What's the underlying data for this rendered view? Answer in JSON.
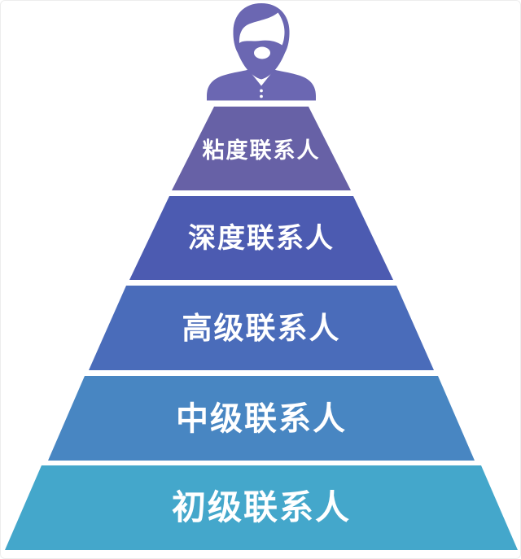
{
  "figure": {
    "type": "pyramid-diagram",
    "background_color": "#ffffff",
    "text_color": "#ffffff",
    "person": {
      "icon": "male-avatar-icon",
      "color": "#6b67b2"
    },
    "levels": [
      {
        "label": "粘度联系人",
        "color": "#6761a6"
      },
      {
        "label": "深度联系人",
        "color": "#4c5bb1"
      },
      {
        "label": "高级联系人",
        "color": "#4a6cba"
      },
      {
        "label": "中级联系人",
        "color": "#4886c2"
      },
      {
        "label": "初级联系人",
        "color": "#44a7cb"
      }
    ]
  }
}
